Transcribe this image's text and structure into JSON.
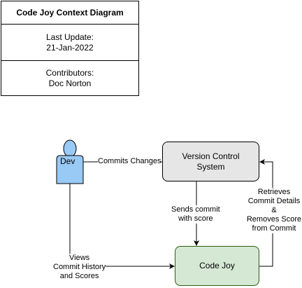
{
  "info": {
    "title": "Code Joy Context Diagram",
    "update_label": "Last Update:",
    "update_date": "21-Jan-2022",
    "contributors_label": "Contributors:",
    "contributors": "Doc Norton"
  },
  "actor": {
    "label": "Dev",
    "color": "#99c9f5",
    "icon": "person-icon"
  },
  "nodes": {
    "vcs": {
      "line1": "Version Control",
      "line2": "System",
      "color": "#e6e6e6"
    },
    "codejoy": {
      "label": "Code Joy",
      "color": "#d5e8d4"
    }
  },
  "edges": {
    "commits": "Commits Changes",
    "sends_1": "Sends commit",
    "sends_2": "with score",
    "retrieves_1": "Retrieves",
    "retrieves_2": "Commit Details",
    "retrieves_3": "&",
    "retrieves_4": "Removes Score",
    "retrieves_5": "from Commit",
    "views_1": "Views",
    "views_2": "Commit History",
    "views_3": "and Scores"
  }
}
